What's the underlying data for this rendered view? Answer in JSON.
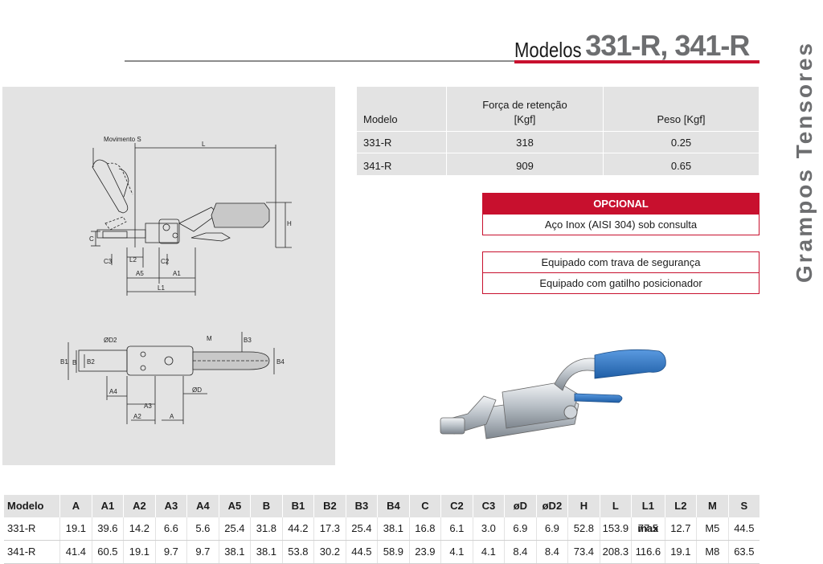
{
  "header": {
    "label": "Modelos",
    "models": "331-R, 341-R"
  },
  "side_title": "Grampos Tensores",
  "drawing": {
    "labels": {
      "movimento_s": "Movimento S",
      "L": "L",
      "H": "H",
      "C": "C",
      "C3": "C3",
      "L2": "L2",
      "C2": "C2",
      "A5": "A5",
      "A1": "A1",
      "L1": "L1",
      "D2": "ØD2",
      "M": "M",
      "B3": "B3",
      "B1": "B1",
      "B": "B",
      "B2": "B2",
      "B4": "B4",
      "A4": "A4",
      "A3": "A3",
      "D": "ØD",
      "A2": "A2",
      "A": "A"
    }
  },
  "force_table": {
    "headers": {
      "modelo": "Modelo",
      "forca_line1": "Força de retenção",
      "forca_line2": "[Kgf]",
      "peso": "Peso  [Kgf]"
    },
    "rows": [
      {
        "modelo": "331-R",
        "forca": "318",
        "peso": "0.25"
      },
      {
        "modelo": "341-R",
        "forca": "909",
        "peso": "0.65"
      }
    ]
  },
  "optional": {
    "title": "OPCIONAL",
    "item1": "Aço Inox (AISI 304) sob consulta",
    "item2": "Equipado com trava de segurança",
    "item3": "Equipado com gatilho posicionador"
  },
  "dims_table": {
    "headers": [
      "Modelo",
      "A",
      "A1",
      "A2",
      "A3",
      "A4",
      "A5",
      "B",
      "B1",
      "B2",
      "B3",
      "B4",
      "C",
      "C2",
      "C3",
      "øD",
      "øD2",
      "H",
      "L",
      "L1 max",
      "L2",
      "M",
      "S"
    ],
    "rows": [
      [
        "331-R",
        "19.1",
        "39.6",
        "14.2",
        "6.6",
        "5.6",
        "25.4",
        "31.8",
        "44.2",
        "17.3",
        "25.4",
        "38.1",
        "16.8",
        "6.1",
        "3.0",
        "6.9",
        "6.9",
        "52.8",
        "153.9",
        "77.5",
        "12.7",
        "M5",
        "44.5"
      ],
      [
        "341-R",
        "41.4",
        "60.5",
        "19.1",
        "9.7",
        "9.7",
        "38.1",
        "38.1",
        "53.8",
        "30.2",
        "44.5",
        "58.9",
        "23.9",
        "4.1",
        "4.1",
        "8.4",
        "8.4",
        "73.4",
        "208.3",
        "116.6",
        "19.1",
        "M8",
        "63.5"
      ]
    ]
  },
  "colors": {
    "accent_red": "#c8102e",
    "gray_title": "#6d6e70",
    "panel_gray": "#e3e3e3",
    "handle_blue": "#2f6fb6"
  }
}
